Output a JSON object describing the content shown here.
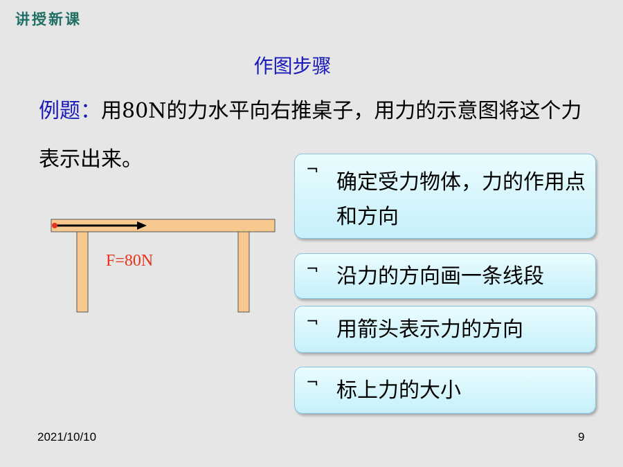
{
  "header": {
    "section": "讲授新课"
  },
  "slide": {
    "title": "作图步骤",
    "example": {
      "lead": "例题：",
      "part1": "用",
      "number": "80N",
      "part2": "的力水平向右推桌子，用力的示意图将这个力表示出来。"
    },
    "figure": {
      "force_label": "F=80N"
    },
    "steps": [
      {
        "bullet": "¬",
        "text": "确定受力物体，力的作用点和方向"
      },
      {
        "bullet": "¬",
        "text": "沿力的方向画一条线段"
      },
      {
        "bullet": "¬",
        "text": "用箭头表示力的方向"
      },
      {
        "bullet": "¬",
        "text": "标上力的大小"
      }
    ]
  },
  "footer": {
    "date": "2021/10/10",
    "page": "9"
  },
  "colors": {
    "title": "#1a1ab8",
    "tag": "#1f6f64",
    "force": "#e8321c",
    "table_wood": "#f7c98f"
  }
}
